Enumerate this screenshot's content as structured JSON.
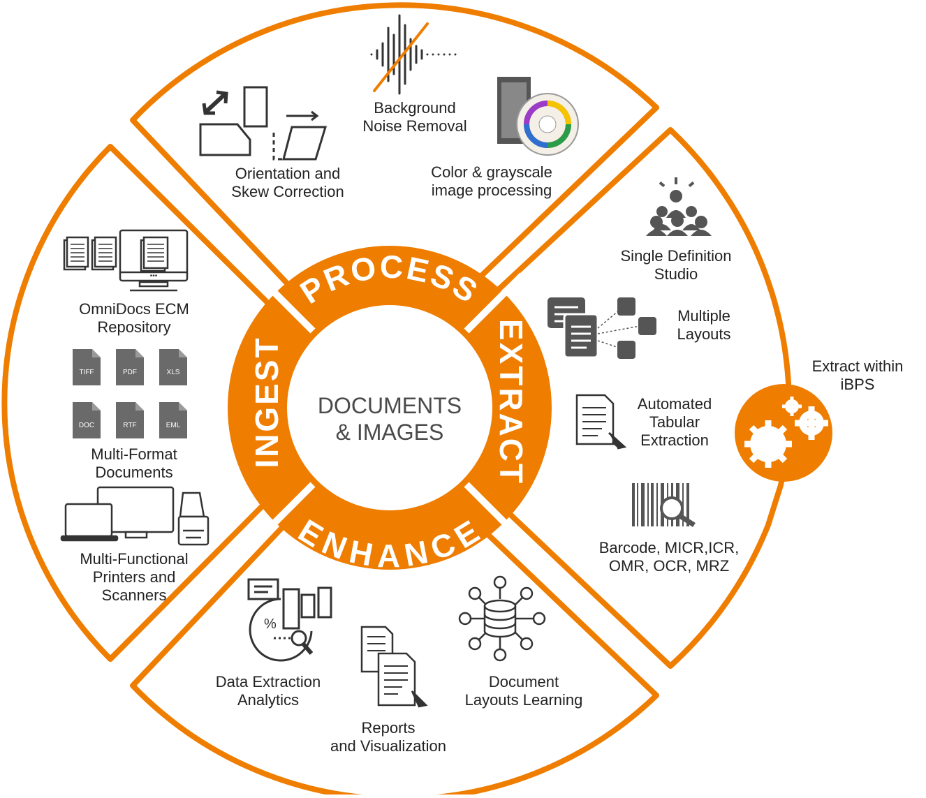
{
  "colors": {
    "accent": "#EF7D00",
    "icon": "#555555",
    "text": "#222222",
    "center_text": "#4a4a4a"
  },
  "center": {
    "line1": "DOCUMENTS",
    "line2": "& IMAGES"
  },
  "ring": {
    "process": "PROCESS",
    "extract": "EXTRACT",
    "enhance": "ENHANCE",
    "ingest": "INGEST"
  },
  "process": {
    "orientation": {
      "line1": "Orientation and",
      "line2": "Skew Correction",
      "icon": "rotate-skew-icon"
    },
    "noise": {
      "line1": "Background",
      "line2": "Noise Removal",
      "icon": "waveform-icon"
    },
    "color": {
      "line1": "Color & grayscale",
      "line2": "image processing",
      "icon": "color-wheel-icon"
    }
  },
  "extract": {
    "studio": {
      "line1": "Single Definition",
      "line2": "Studio",
      "icon": "team-icon"
    },
    "layouts": {
      "line1": "Multiple",
      "line2": "Layouts",
      "icon": "layouts-icon"
    },
    "tabular": {
      "line1": "Automated",
      "line2": "Tabular",
      "line3": "Extraction",
      "icon": "document-cursor-icon"
    },
    "barcode": {
      "line1": "Barcode, MICR,ICR,",
      "line2": "OMR, OCR, MRZ",
      "icon": "barcode-search-icon"
    },
    "ibps": {
      "line1": "Extract within",
      "line2": "iBPS",
      "icon": "gears-icon"
    }
  },
  "enhance": {
    "analytics": {
      "line1": "Data Extraction",
      "line2": "Analytics",
      "icon": "analytics-icon"
    },
    "reports": {
      "line1": "Reports",
      "line2": "and Visualization",
      "icon": "reports-icon"
    },
    "learning": {
      "line1": "Document",
      "line2": "Layouts Learning",
      "icon": "database-network-icon"
    }
  },
  "ingest": {
    "ecm": {
      "line1": "OmniDocs ECM",
      "line2": "Repository",
      "icon": "monitor-documents-icon"
    },
    "formats": {
      "line1": "Multi-Format",
      "line2": "Documents",
      "icon": "file-icon",
      "files": [
        "TIFF",
        "PDF",
        "XLS",
        "DOC",
        "RTF",
        "EML"
      ]
    },
    "printers": {
      "line1": "Multi-Functional",
      "line2": "Printers and",
      "line3": "Scanners",
      "icon": "devices-icon"
    }
  }
}
